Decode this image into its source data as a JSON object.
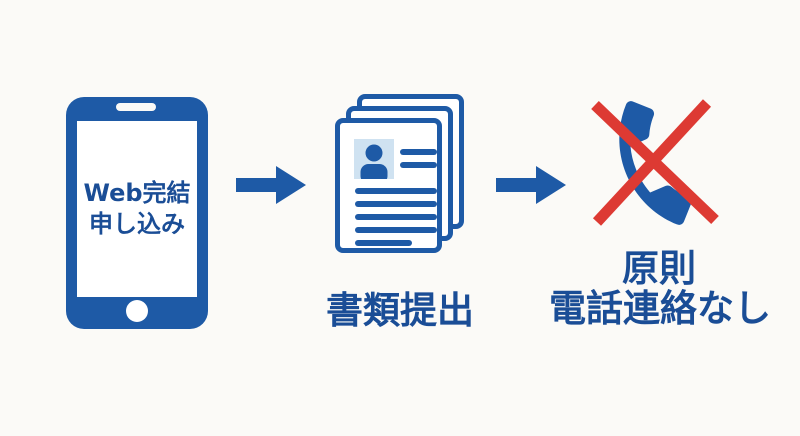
{
  "background_color": "#fbfaf7",
  "colors": {
    "primary_blue": "#1e5aa6",
    "text_blue": "#1a4d96",
    "photo_box_blue": "#cfe2f1",
    "cross_red": "#dd3a33",
    "white": "#ffffff"
  },
  "flow": {
    "step1": {
      "icon": "smartphone-icon",
      "label_line1": "Web完結",
      "label_line2": "申し込み"
    },
    "arrow1": {
      "icon": "arrow-right-icon"
    },
    "step2": {
      "icon": "document-stack-icon",
      "label": "書類提出"
    },
    "arrow2": {
      "icon": "arrow-right-icon"
    },
    "step3": {
      "icon": "no-phone-icon",
      "label_line1": "原則",
      "label_line2": "電話連絡なし"
    }
  }
}
